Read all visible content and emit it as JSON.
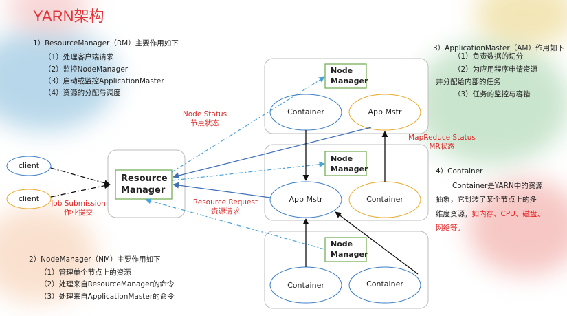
{
  "title": "YARN架构",
  "colors": {
    "node_box_border": "#6aaa4e",
    "container_ellipse": "#3b7dc4",
    "appmstr_ellipse": "#e8a92c",
    "arrow_blue": "#3f6fb5",
    "dashdot_blue": "#4aa3d8",
    "label_red": "#d92a2a",
    "title_red": "#e0353a"
  },
  "rm_section": {
    "heading": "1）ResourceManager（RM）主要作用如下",
    "items": [
      "（1）处理客户端请求",
      "（2）监控NodeManager",
      "（3）启动或监控ApplicationMaster",
      "（4）资源的分配与调度"
    ]
  },
  "nm_section": {
    "heading": "2）NodeManager（NM）主要作用如下",
    "items": [
      "（1）管理单个节点上的资源",
      "（2）处理来自ResourceManager的命令",
      "（3）处理来自ApplicationMaster的命令"
    ]
  },
  "am_section": {
    "heading": "3）ApplicationMaster（AM）作用如下",
    "item1": "（1）负责数据的切分",
    "item2a": "（2）为应用程序申请资源",
    "item2b": "并分配给内部的任务",
    "item3": "（3）任务的监控与容错"
  },
  "container_section": {
    "heading": "4）Container",
    "line1": "Container是YARN中的资源",
    "line2": "抽象，它封装了某个节点上的多",
    "line3": "维度资源，",
    "line3_red": "如内存、CPU、磁盘、",
    "line4_red": "网络等。"
  },
  "diagram": {
    "clients": [
      "client",
      "client"
    ],
    "resource_manager": [
      "Resource",
      "Manager"
    ],
    "node_manager": [
      "Node",
      "Manager"
    ],
    "container": "Container",
    "app_mstr": "App Mstr",
    "labels": {
      "node_status": [
        "Node Status",
        "节点状态"
      ],
      "job_submission": [
        "Job Submission",
        "作业提交"
      ],
      "resource_request": [
        "Resource Request",
        "资源请求"
      ],
      "mapreduce_status": [
        "MapReduce Status",
        "MR状态"
      ]
    }
  }
}
